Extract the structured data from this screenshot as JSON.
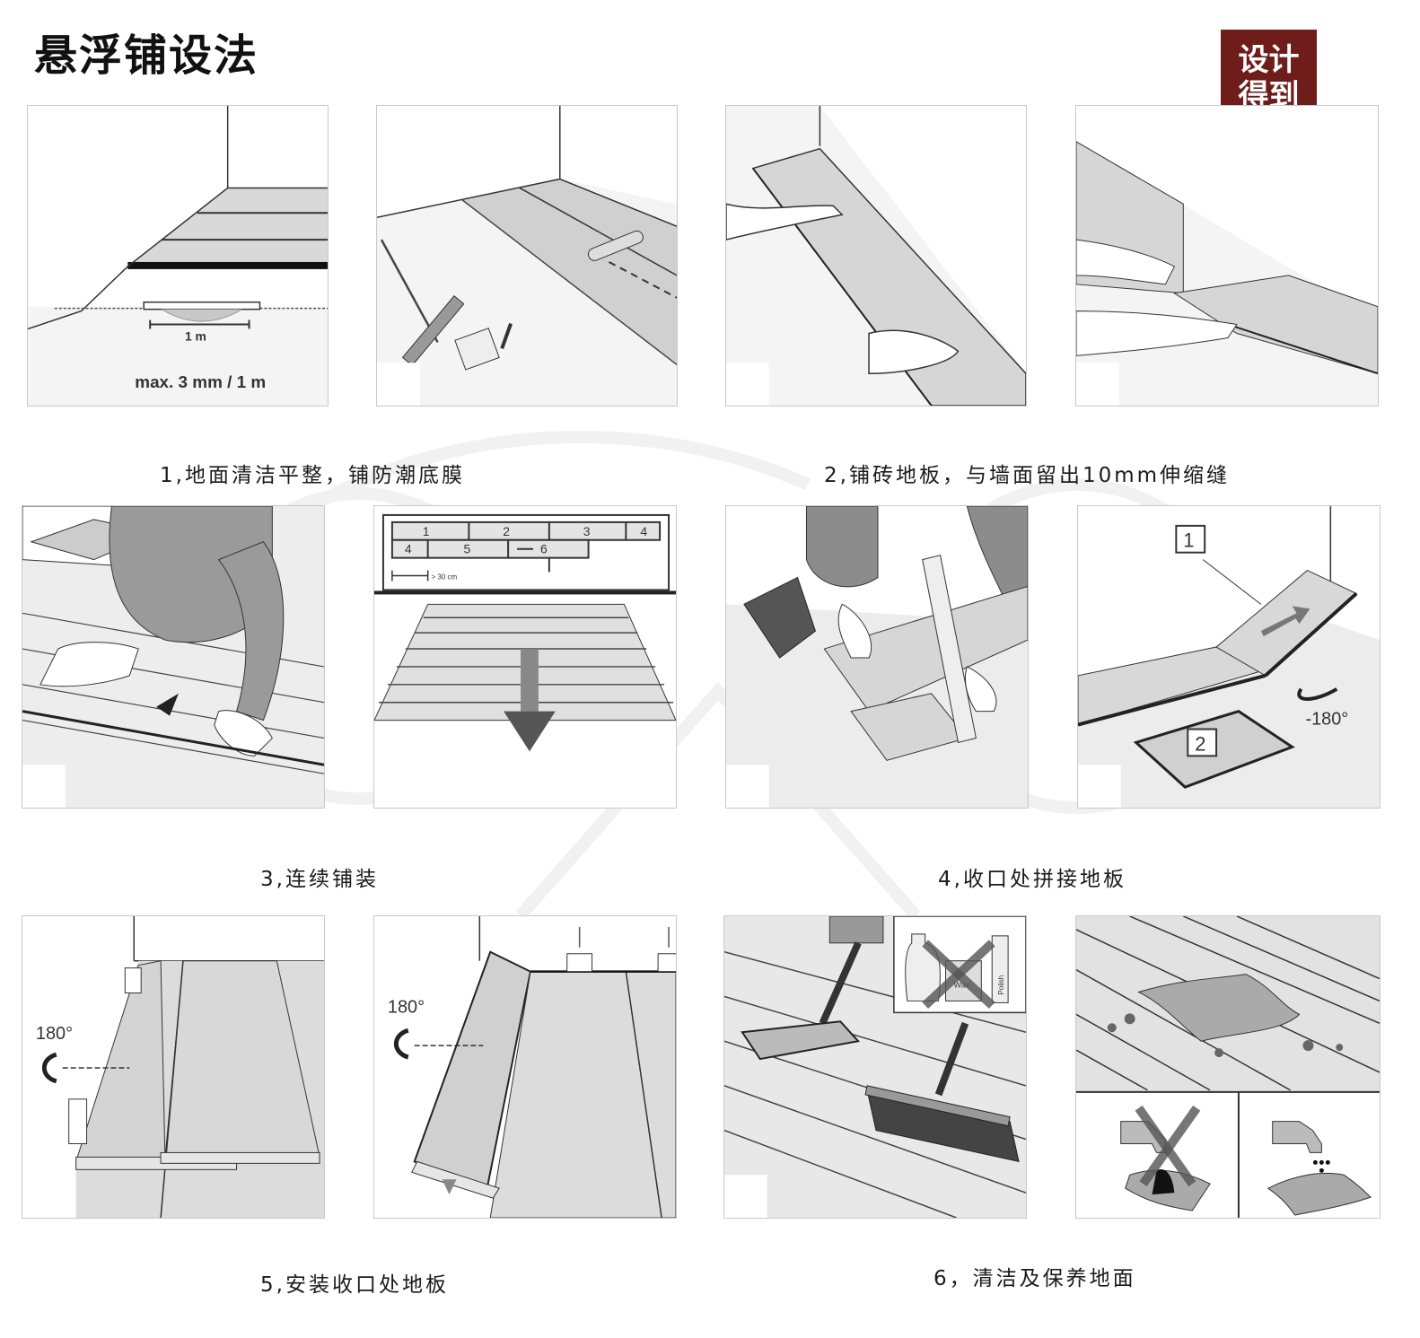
{
  "page": {
    "title": "悬浮铺设法",
    "logo": {
      "line1": "设计",
      "line2": "得到",
      "color": "#6e1d1b"
    }
  },
  "steps": [
    {
      "caption": "1,地面清洁平整，铺防潮底膜",
      "panels": [
        {
          "description": "floor-flatness-check",
          "labels": {
            "span": "1 m",
            "tolerance": "max. 3 mm / 1 m"
          }
        },
        {
          "description": "sweep-and-roll-underlay"
        }
      ]
    },
    {
      "caption": "2,铺砖地板，与墙面留出10mm伸缩缝",
      "panels": [
        {
          "description": "lay-first-plank-with-spacers"
        },
        {
          "description": "click-join-plank-end"
        }
      ]
    },
    {
      "caption": "3,连续铺装",
      "panels": [
        {
          "description": "kneeling-install-row"
        },
        {
          "description": "stagger-layout-plan",
          "labels": {
            "boards_row1": [
              "1",
              "2",
              "3",
              "4"
            ],
            "boards_row2": [
              "4",
              "5",
              "6"
            ],
            "offset": "> 30 cm"
          }
        }
      ]
    },
    {
      "caption": "4,收口处拼接地板",
      "panels": [
        {
          "description": "cut-plank-with-saw"
        },
        {
          "description": "rotate-cut-piece",
          "labels": {
            "piece1": "1",
            "piece2": "2",
            "rotation": "-180°"
          }
        }
      ]
    },
    {
      "caption": "5,安装收口处地板",
      "panels": [
        {
          "description": "fit-last-row-left",
          "labels": {
            "rotation": "180°"
          }
        },
        {
          "description": "fit-last-row-wall",
          "labels": {
            "rotation": "180°"
          }
        }
      ]
    },
    {
      "caption": "6，清洁及保养地面",
      "panels": [
        {
          "description": "mop-and-broom-no-chemicals",
          "labels": {
            "product": "Polish",
            "wax": "Wax"
          }
        },
        {
          "description": "damp-cloth-not-wet"
        }
      ]
    }
  ]
}
